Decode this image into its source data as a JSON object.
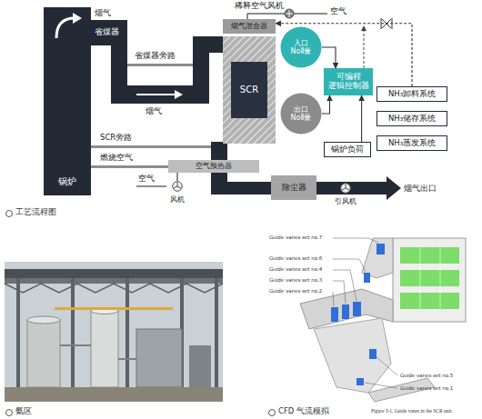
{
  "diagram": {
    "nodes": [
      {
        "text": [
          "锅炉"
        ]
      },
      {
        "text": [
          "烟气混合器"
        ]
      },
      {
        "text": [
          "SCR"
        ]
      },
      {
        "text": [
          "入口 NoⅡ量"
        ]
      },
      {
        "text": [
          "出口 NoⅡ量"
        ]
      },
      {
        "text": [
          "可编程 逻辑控制器"
        ]
      },
      {
        "text": [
          "NH₃卸料系统"
        ]
      },
      {
        "text": [
          "NH₃储存系统"
        ]
      },
      {
        "text": [
          "NH₃蒸发系统"
        ]
      },
      {
        "text": [
          "锅炉负荷"
        ]
      },
      {
        "text": [
          "空气预热器"
        ]
      },
      {
        "text": [
          "风机"
        ]
      },
      {
        "text": [
          "除尘器"
        ]
      },
      {
        "text": [
          "引风机"
        ]
      }
    ],
    "edges": [
      {
        "from": 3,
        "to": 5,
        "arrow": "to"
      },
      {
        "from": 4,
        "to": 5,
        "arrow": "to"
      },
      {
        "from": 9,
        "to": 5,
        "arrow": "to"
      },
      {
        "from": 6,
        "to": 1,
        "arrow": "to"
      }
    ],
    "labels": [
      "烟气",
      "稀释空气风机",
      "空气",
      "省煤器旁路",
      "省煤器",
      "烟气",
      "SCR旁路",
      "燃烧空气",
      "空气",
      "烟气出口",
      "工艺流程图",
      "氨区",
      "Guide vanes set no.7",
      "Guide vanes set no.6",
      "Guide vanes set no.4",
      "Guide vanes set no.3",
      "Guide vanes set no.2",
      "Guide vanes set no.5",
      "Guide vanes set no.1",
      "CFD 气流模拟",
      "Figure 3-1. Guide vanes in the SCR unit."
    ]
  }
}
